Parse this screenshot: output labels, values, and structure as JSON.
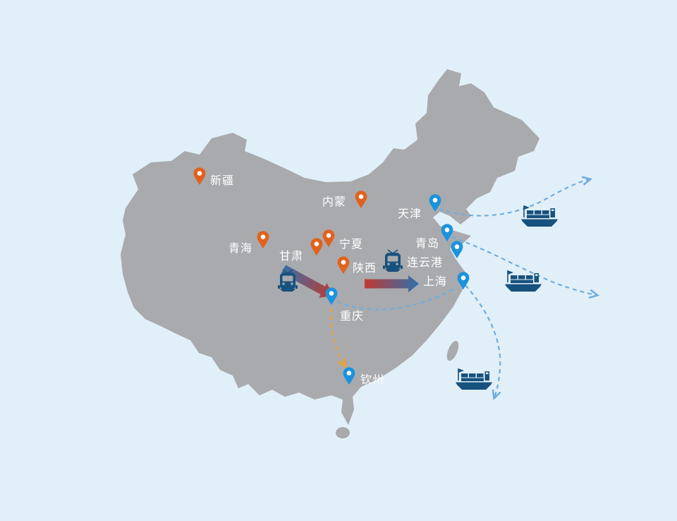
{
  "title": "china-logistics-routes-map",
  "colors": {
    "background": "#e1eff8",
    "land": "#a8aaad",
    "inland_pin": "#e2611c",
    "port_pin": "#1a93de",
    "sea_route_dash": "#6fadde",
    "land_route_dash": "#e9a23b",
    "vehicle_icon": "#17517e",
    "label_text": "#ffffff",
    "arrow_blue": "#3a6fa8",
    "arrow_red": "#c03a30"
  },
  "inland_markers": [
    {
      "label": "新疆"
    },
    {
      "label": "内蒙"
    },
    {
      "label": "青海"
    },
    {
      "label": "甘肃"
    },
    {
      "label": "宁夏"
    },
    {
      "label": "陕西"
    }
  ],
  "port_markers": [
    {
      "label": "天津"
    },
    {
      "label": "青岛"
    },
    {
      "label": "连云港"
    },
    {
      "label": "上海"
    },
    {
      "label": "重庆"
    },
    {
      "label": "钦州"
    }
  ],
  "routes": {
    "sea_routes_from": [
      "天津",
      "青岛",
      "上海"
    ],
    "river_route": {
      "from": "重庆",
      "to": "上海"
    },
    "land_route": {
      "from": "重庆",
      "to": "钦州"
    }
  },
  "rail_arrows": [
    {
      "near": "甘肃",
      "direction": "southeast",
      "gradient": [
        "#3a6fa8",
        "#c03a30"
      ]
    },
    {
      "near": "连云港",
      "direction": "east",
      "gradient": [
        "#c03a30",
        "#2f6fae"
      ]
    }
  ],
  "icons": [
    "location-pin-icon",
    "train-icon",
    "cargo-ship-icon"
  ]
}
